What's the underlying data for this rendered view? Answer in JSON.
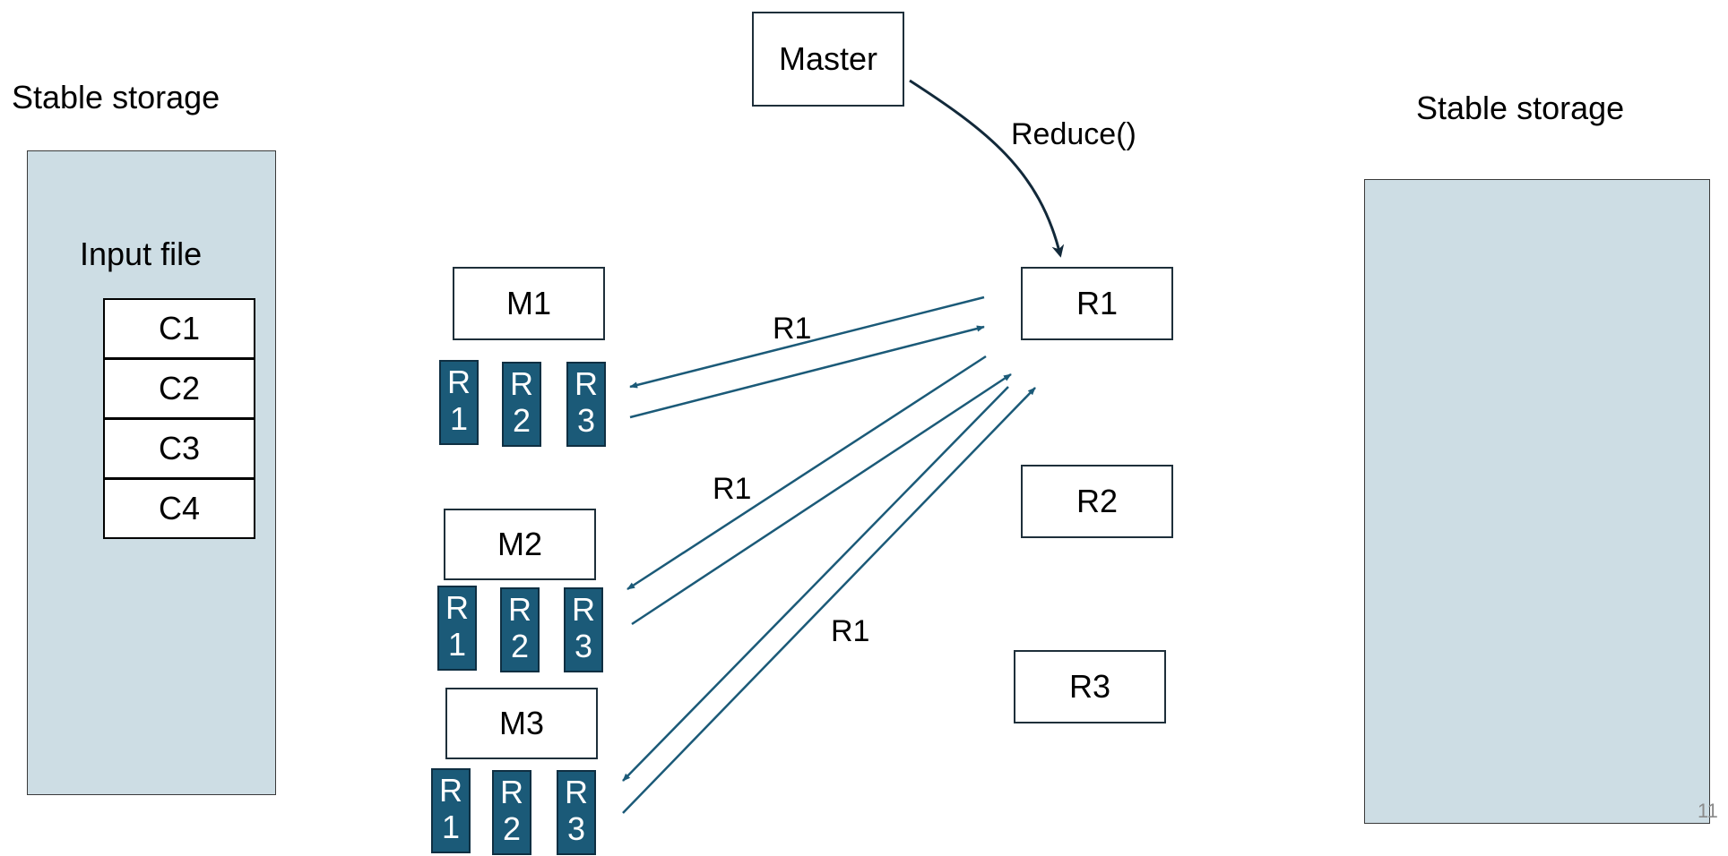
{
  "left_storage": {
    "heading": "Stable storage",
    "file_label": "Input file",
    "chunks": [
      "C1",
      "C2",
      "C3",
      "C4"
    ]
  },
  "right_storage": {
    "heading": "Stable storage"
  },
  "master": {
    "label": "Master",
    "call_label": "Reduce()"
  },
  "mappers": [
    {
      "label": "M1",
      "partitions": [
        [
          "R",
          "1"
        ],
        [
          "R",
          "2"
        ],
        [
          "R",
          "3"
        ]
      ]
    },
    {
      "label": "M2",
      "partitions": [
        [
          "R",
          "1"
        ],
        [
          "R",
          "2"
        ],
        [
          "R",
          "3"
        ]
      ]
    },
    {
      "label": "M3",
      "partitions": [
        [
          "R",
          "1"
        ],
        [
          "R",
          "2"
        ],
        [
          "R",
          "3"
        ]
      ]
    }
  ],
  "reducers": [
    "R1",
    "R2",
    "R3"
  ],
  "arrow_labels": [
    "R1",
    "R1",
    "R1"
  ],
  "page_number": "11",
  "colors": {
    "storage_fill": "#cddde4",
    "partition_fill": "#1b5a78",
    "arrow": "#1b5a78",
    "master_arrow": "#12293a"
  }
}
